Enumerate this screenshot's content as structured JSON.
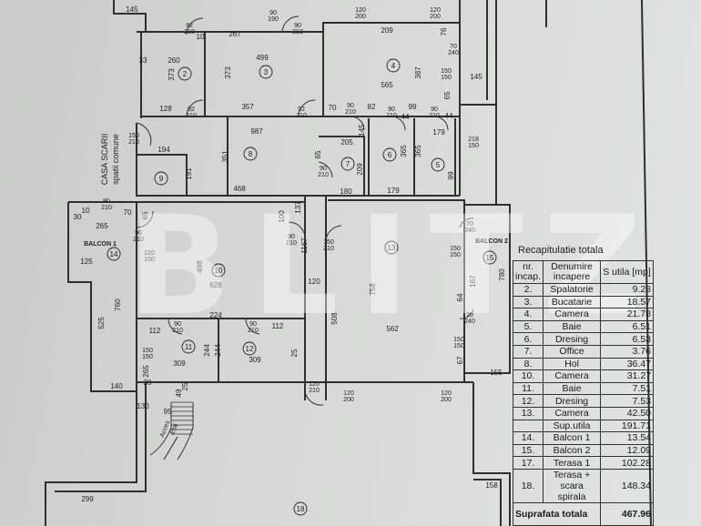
{
  "watermark": "BLITZ",
  "colors": {
    "paper": "#d6d7d6",
    "walls": "#2f2f2f",
    "text": "#1a1a1a"
  },
  "plan": {
    "stair_label": [
      "CASA SCARII",
      "spatii comune"
    ],
    "balcony_labels": [
      "BALCON 1",
      "BALCON 2"
    ],
    "stair_access": [
      "Acces",
      "Etaj"
    ],
    "rooms": [
      "2",
      "3",
      "4",
      "5",
      "6",
      "7",
      "8",
      "9",
      "10",
      "11",
      "12",
      "13",
      "14",
      "15",
      "18"
    ],
    "dimensions": [
      "145",
      "10",
      "267",
      "499",
      "373",
      "260",
      "373",
      "33",
      "128",
      "357",
      "987",
      "194",
      "351",
      "191",
      "468",
      "209",
      "76",
      "387",
      "145",
      "565",
      "65",
      "70",
      "82",
      "99",
      "44",
      "44",
      "179",
      "205",
      "145",
      "65",
      "209",
      "365",
      "365",
      "99",
      "180",
      "179",
      "70",
      "65",
      "30",
      "10",
      "265",
      "100",
      "137",
      "1167",
      "125",
      "498",
      "628",
      "120",
      "760",
      "525",
      "224",
      "112",
      "112",
      "244",
      "244",
      "309",
      "309",
      "25",
      "265",
      "30",
      "140",
      "25",
      "49",
      "758",
      "508",
      "64",
      "167",
      "780",
      "562",
      "67",
      "155",
      "130",
      "95",
      "299",
      "158"
    ],
    "openings": [
      [
        "92",
        "210"
      ],
      [
        "90",
        "190"
      ],
      [
        "90",
        "210"
      ],
      [
        "92",
        "210"
      ],
      [
        "92",
        "210"
      ],
      [
        "150",
        "210"
      ],
      [
        "120",
        "200"
      ],
      [
        "120",
        "200"
      ],
      [
        "70",
        "240"
      ],
      [
        "150",
        "150"
      ],
      [
        "90",
        "210"
      ],
      [
        "90",
        "210"
      ],
      [
        "90",
        "210"
      ],
      [
        "218",
        "150"
      ],
      [
        "90",
        "210"
      ],
      [
        "90",
        "210"
      ],
      [
        "90",
        "210"
      ],
      [
        "120",
        "150"
      ],
      [
        "90",
        "210"
      ],
      [
        "90",
        "210"
      ],
      [
        "90",
        "210"
      ],
      [
        "150",
        "150"
      ],
      [
        "120",
        "210"
      ],
      [
        "150",
        "210"
      ],
      [
        "150",
        "150"
      ],
      [
        "70",
        "240"
      ],
      [
        "70",
        "240"
      ],
      [
        "150",
        "150"
      ],
      [
        "120",
        "200"
      ],
      [
        "120",
        "200"
      ]
    ]
  },
  "recap": {
    "title": "Recapitulatie totala",
    "headers": [
      "nr. incap.",
      "Denumire incapere",
      "S utila [mp]"
    ],
    "rows": [
      {
        "nr": "2.",
        "name": "Spalatorie",
        "area": "9.28"
      },
      {
        "nr": "3.",
        "name": "Bucatarie",
        "area": "18.57"
      },
      {
        "nr": "4.",
        "name": "Camera",
        "area": "21.78"
      },
      {
        "nr": "5.",
        "name": "Baie",
        "area": "6.51"
      },
      {
        "nr": "6.",
        "name": "Dresing",
        "area": "6.53"
      },
      {
        "nr": "7.",
        "name": "Office",
        "area": "3.76"
      },
      {
        "nr": "8.",
        "name": "Hol",
        "area": "36.47"
      },
      {
        "nr": "10.",
        "name": "Camera",
        "area": "31.27"
      },
      {
        "nr": "11.",
        "name": "Baie",
        "area": "7.51"
      },
      {
        "nr": "12.",
        "name": "Dresing",
        "area": "7.53"
      },
      {
        "nr": "13.",
        "name": "Camera",
        "area": "42.50"
      },
      {
        "nr": "",
        "name": "Sup.utila",
        "area": "191.71"
      },
      {
        "nr": "14.",
        "name": "Balcon 1",
        "area": "13.54"
      },
      {
        "nr": "15.",
        "name": "Balcon 2",
        "area": "12.09"
      },
      {
        "nr": "17.",
        "name": "Terasa 1",
        "area": "102.28"
      },
      {
        "nr": "18.",
        "name": "Terasa + scara spirala",
        "area": "148.34"
      }
    ],
    "total_label": "Suprafata totala",
    "total_value": "467.96"
  }
}
